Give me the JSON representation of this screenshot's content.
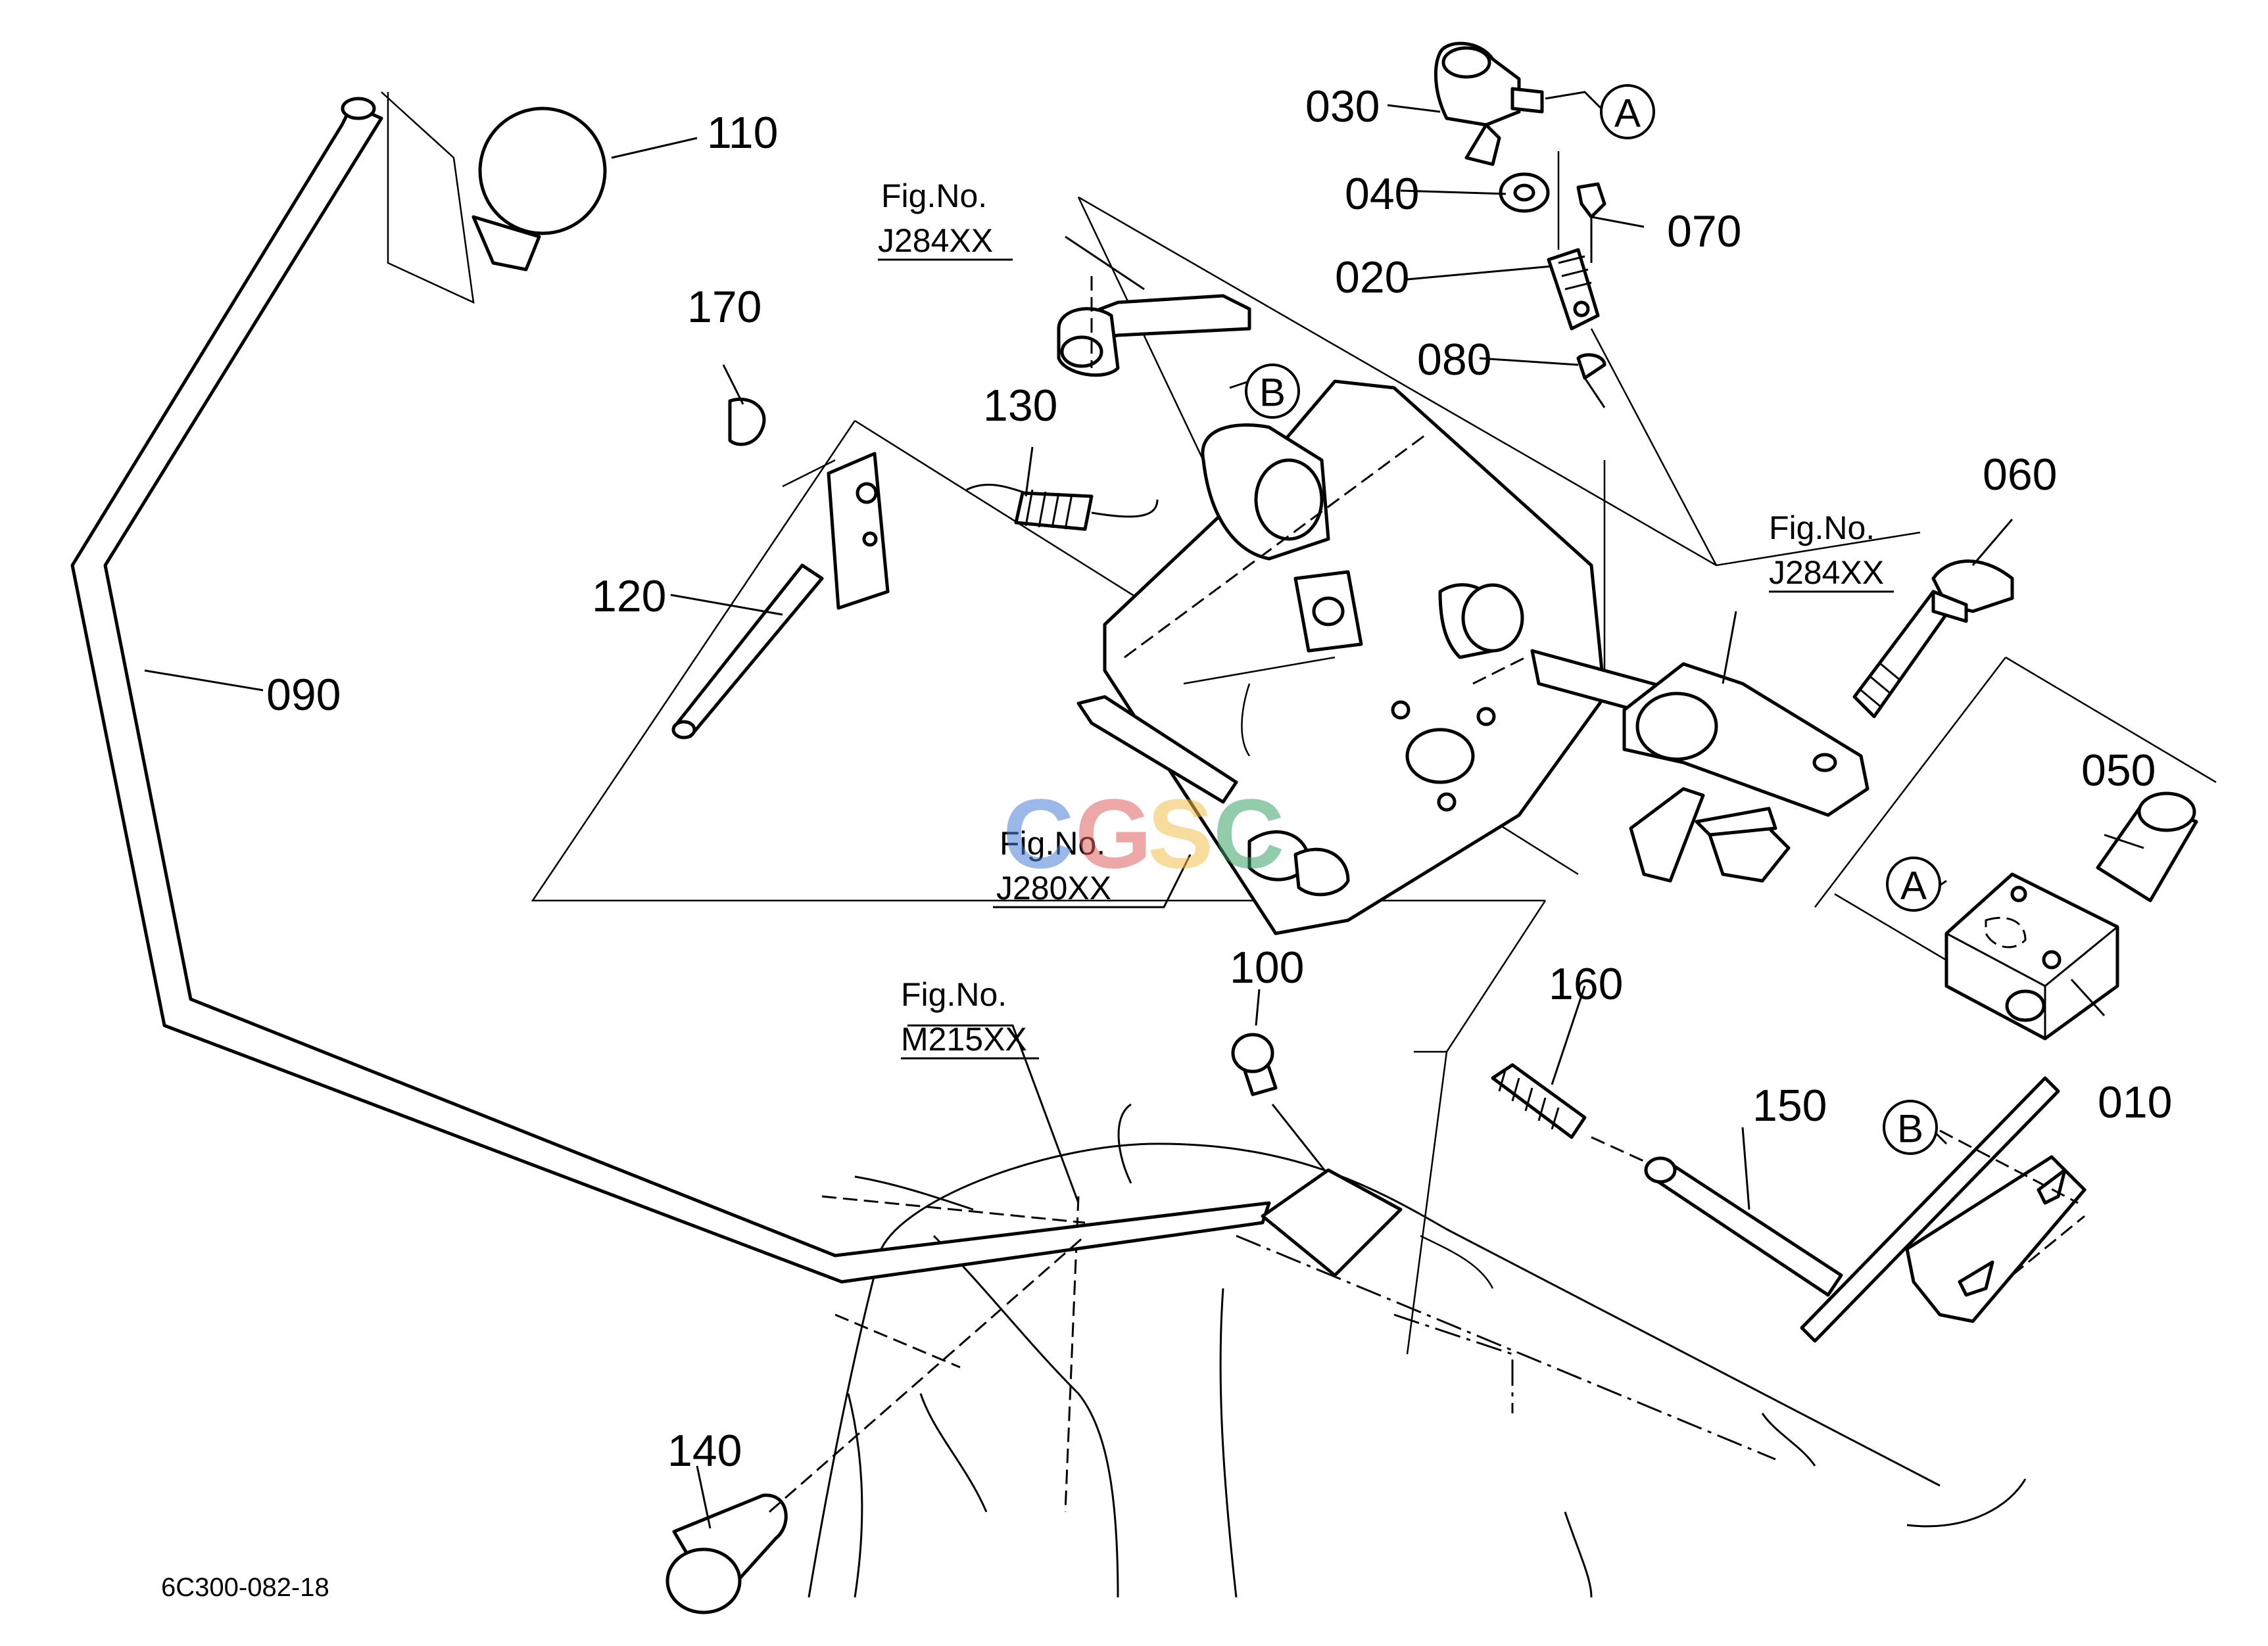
{
  "diagram": {
    "part_labels": {
      "p010": "010",
      "p020": "020",
      "p030": "030",
      "p040": "040",
      "p050": "050",
      "p060": "060",
      "p070": "070",
      "p080": "080",
      "p090": "090",
      "p100": "100",
      "p110": "110",
      "p120": "120",
      "p130": "130",
      "p140": "140",
      "p150": "150",
      "p160": "160",
      "p170": "170"
    },
    "figure_references": {
      "top": {
        "label": "Fig.No.",
        "code": "J284XX"
      },
      "right": {
        "label": "Fig.No.",
        "code": "J284XX"
      },
      "center": {
        "label": "Fig.No.",
        "code": "J280XX"
      },
      "bottom": {
        "label": "Fig.No.",
        "code": "M215XX"
      }
    },
    "callouts": {
      "a_top": "A",
      "a_mid": "A",
      "b_top": "B",
      "b_bottom": "B"
    },
    "watermark": {
      "letters": [
        "C",
        "G",
        "S",
        "C"
      ],
      "colors": [
        "#4a7fd6",
        "#e06060",
        "#f2c14e",
        "#3aa36b"
      ]
    },
    "footer_code": "6C300-082-18"
  }
}
